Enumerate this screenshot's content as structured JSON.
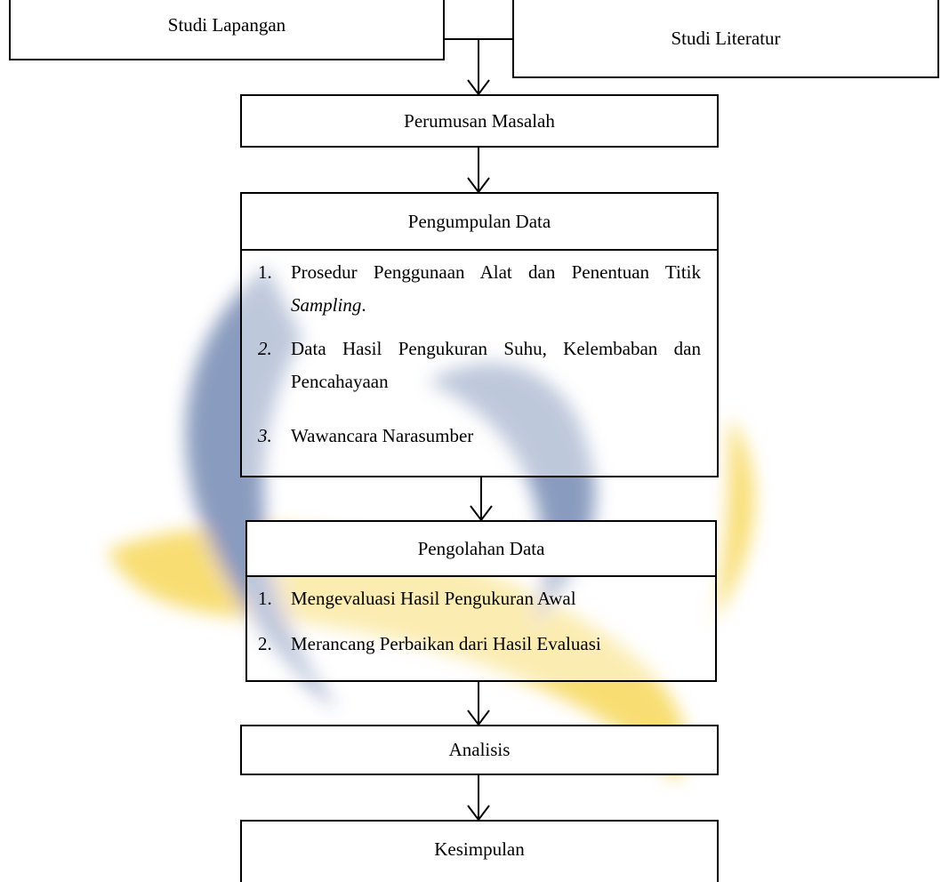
{
  "nodes": {
    "studi_lapangan": "Studi Lapangan",
    "studi_literatur": "Studi Literatur",
    "perumusan_masalah": "Perumusan Masalah",
    "pengumpulan_data": "Pengumpulan Data",
    "pengolahan_data": "Pengolahan Data",
    "analisis": "Analisis",
    "kesimpulan": "Kesimpulan"
  },
  "pengumpulan_items": [
    {
      "num": "1.",
      "text_before": "Prosedur Penggunaan Alat dan Penentuan Titik ",
      "text_italic": "Sampling",
      "text_after": "."
    },
    {
      "num": "2.",
      "text": "Data Hasil Pengukuran Suhu, Kelembaban dan Pencahayaan"
    },
    {
      "num": "3.",
      "text": "Wawancara Narasumber"
    }
  ],
  "pengolahan_items": [
    {
      "num": "1.",
      "text": "Mengevaluasi Hasil Pengukuran Awal"
    },
    {
      "num": "2.",
      "text": "Merancang Perbaikan dari Hasil Evaluasi"
    }
  ]
}
